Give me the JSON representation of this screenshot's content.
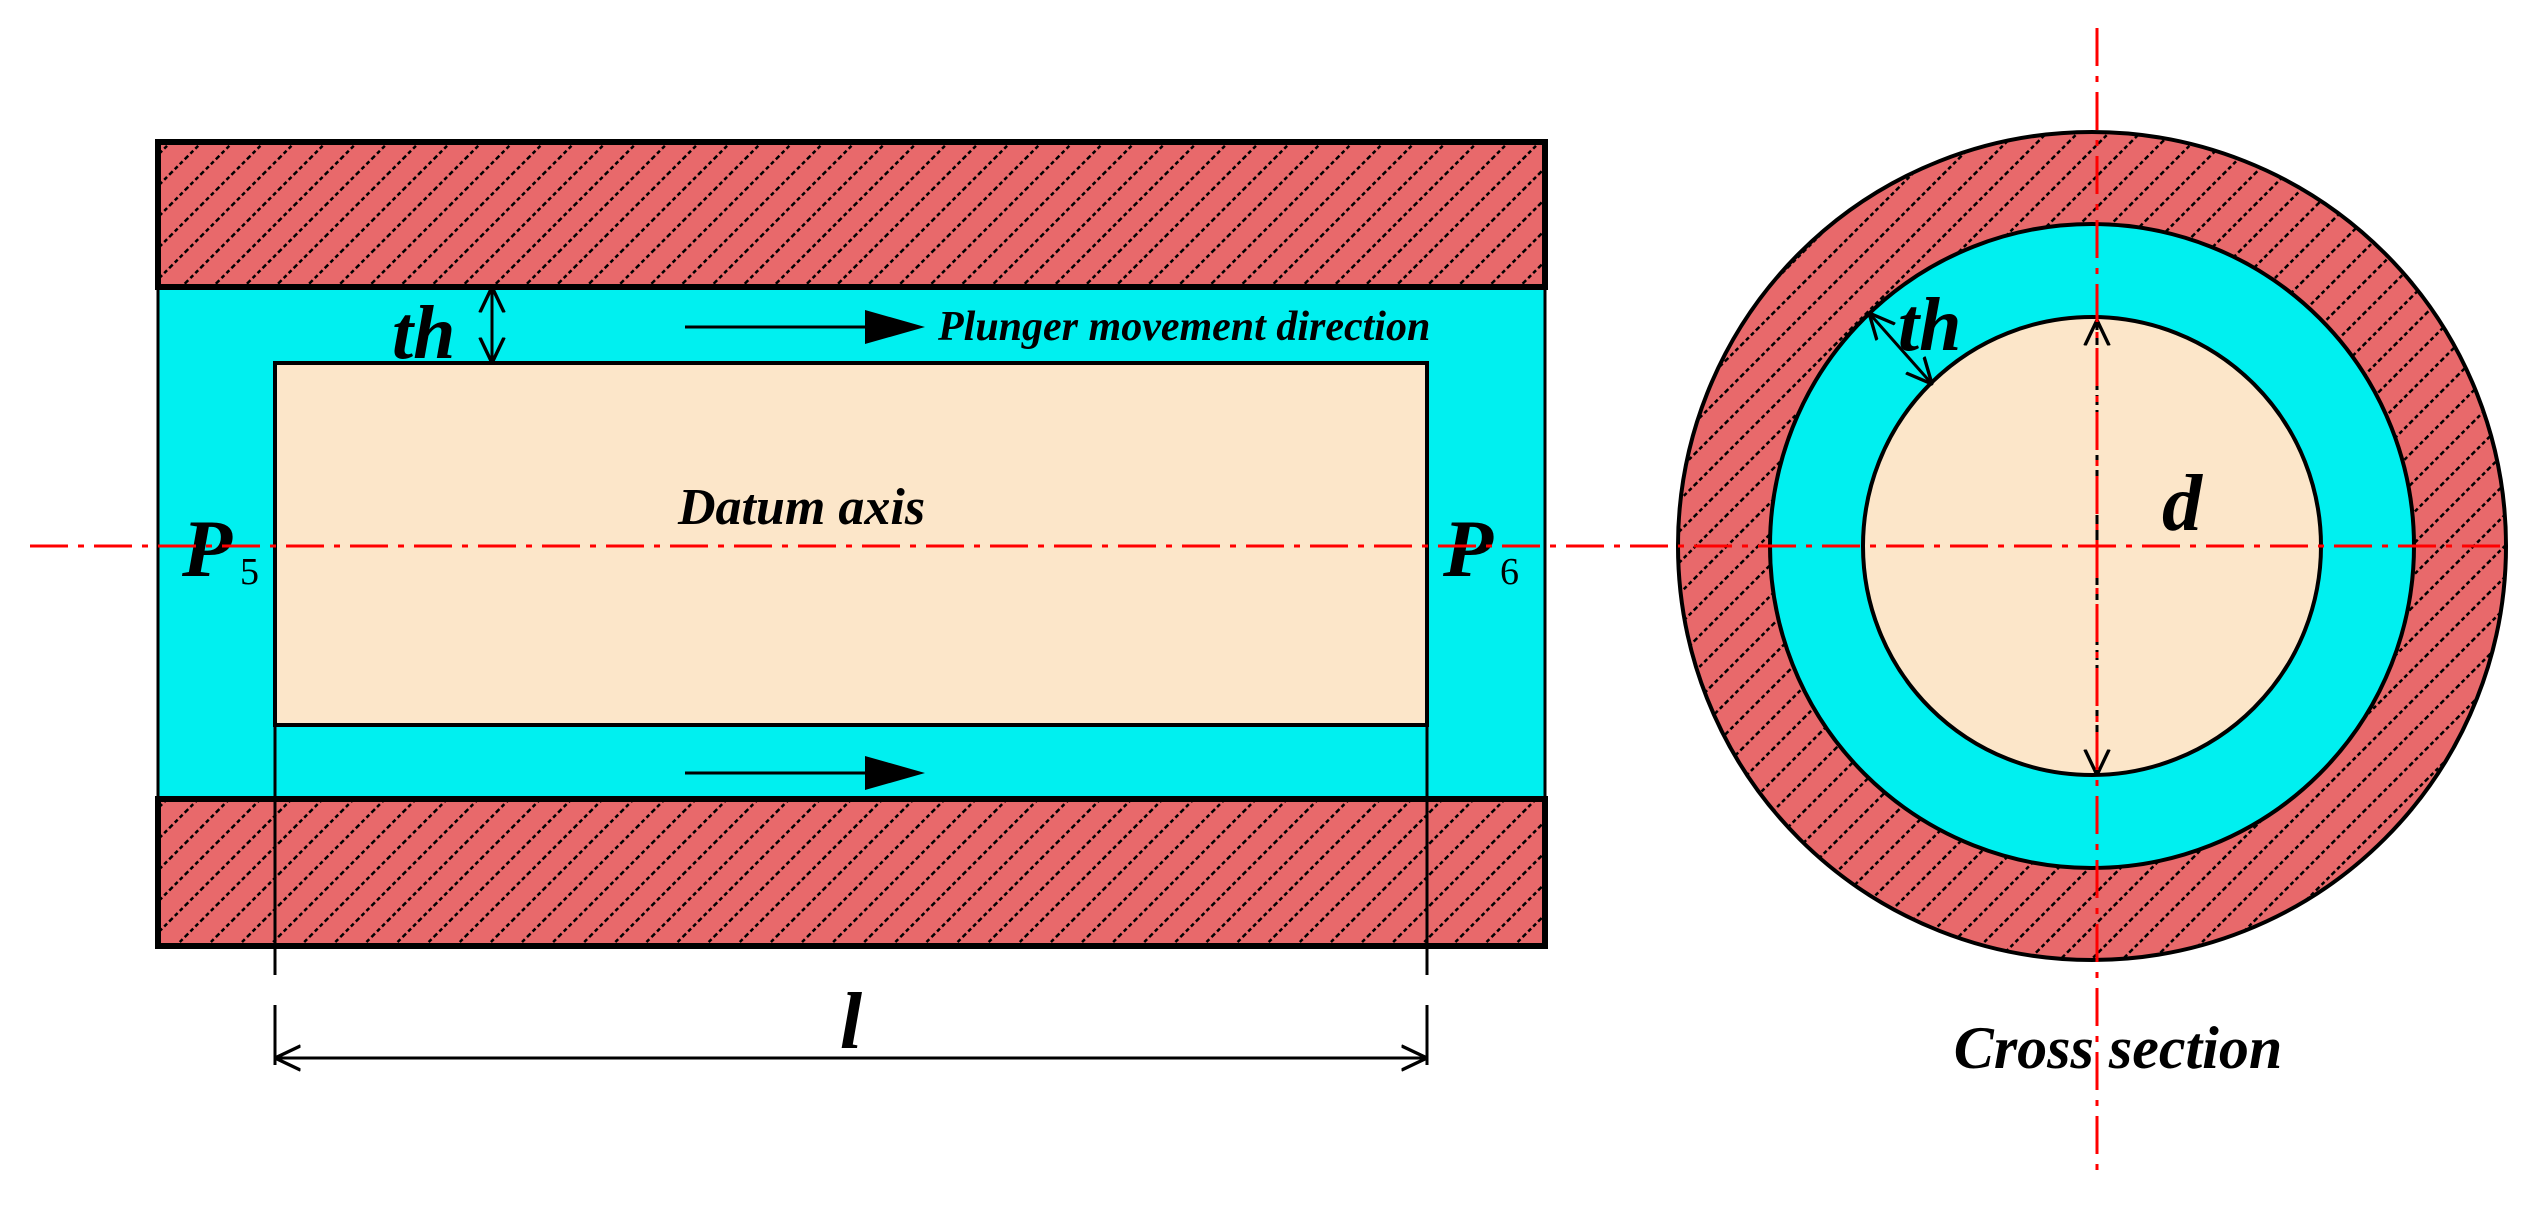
{
  "labels": {
    "th_left": "th",
    "th_right": "th",
    "plunger_direction": "Plunger movement direction",
    "datum_axis": "Datum axis",
    "p5_main": "P",
    "p5_sub": "5",
    "p6_main": "P",
    "p6_sub": "6",
    "length": "l",
    "diameter": "d",
    "cross_section": "Cross section"
  },
  "colors": {
    "wall": "#E8696B",
    "hatch": "#000000",
    "film": "#00F0F0",
    "plunger": "#FCE6C9",
    "axis": "#FF0000",
    "outline": "#000000"
  }
}
